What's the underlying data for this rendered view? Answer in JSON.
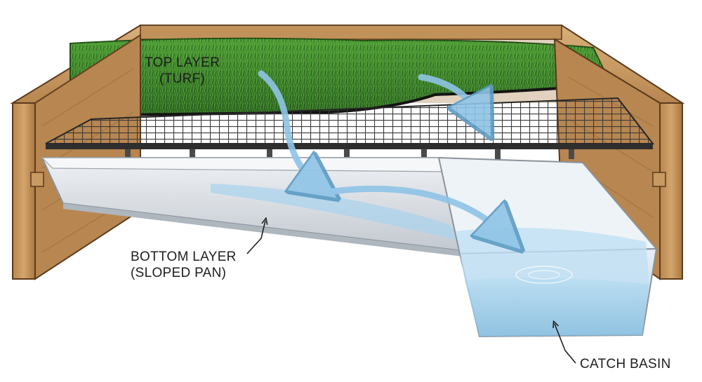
{
  "labels": {
    "top_layer": {
      "line1": "TOP LAYER",
      "line2": "(TURF)"
    },
    "bottom_layer": {
      "line1": "BOTTOM LAYER",
      "line2": "(SLOPED PAN)"
    },
    "catch_basin": {
      "line1": "CATCH BASIN"
    }
  },
  "colors": {
    "wood_light": "#c99a62",
    "wood_dark": "#8c5e32",
    "grass": "#3f8a2c",
    "grass_dark": "#22511a",
    "grate": "#3a3a3a",
    "pan": "#d9dde2",
    "water": "#a9d3ee",
    "arrow": "#8fc4e6"
  }
}
